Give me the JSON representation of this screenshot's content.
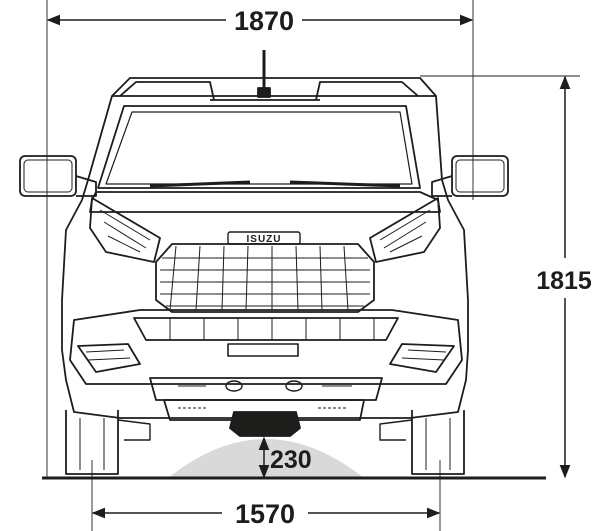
{
  "diagram": {
    "overall_width": "1870",
    "overall_height": "1815",
    "ground_clearance": "230",
    "track_width": "1570",
    "brand_badge": "ISUZU"
  },
  "colors": {
    "ink": "#1d1d1b",
    "clearance_zone": "#d9d9d9",
    "background": "#ffffff"
  }
}
